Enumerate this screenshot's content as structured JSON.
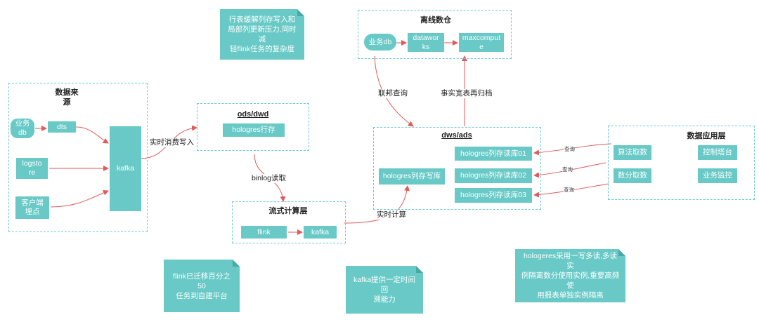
{
  "groups": {
    "sources": "数据来\n源",
    "ods": "ods/dwd",
    "stream": "流式计算层",
    "offline": "离线数仓",
    "dws": "dws/ads",
    "app": "数据应用层"
  },
  "nodes": {
    "biz_db_src": "业务\ndb",
    "dts": "dts",
    "logstore": "logsto\nre",
    "client": "客户端\n埋点",
    "kafka_main": "kafka",
    "hologres_row": "hologres行存",
    "flink": "flink",
    "kafka_stream": "kafka",
    "biz_db_offline": "业务db",
    "dataworks": "datawor\nks",
    "maxcompute": "maxcomput\ne",
    "holo_write": "hologres列存写库",
    "holo_read1": "hologres列存读库01",
    "holo_read2": "hologres列存读库02",
    "holo_read3": "hologres列存读库03",
    "algo": "算法取数",
    "control": "控制塔台",
    "analyst": "数分取数",
    "monitor": "业务监控"
  },
  "edge_labels": {
    "realtime_write": "实时消费写入",
    "binlog": "binlog读取",
    "realtime_compute": "实时计算",
    "federated": "联邦查询",
    "archive": "事实宽表再归档",
    "query1": "查询",
    "query2": "查询",
    "query3": "查询"
  },
  "notes": {
    "top": "行表缓解列存写入和\n局部列更新压力,同时减\n轻flink任务的复杂度",
    "flink": "flink已迁移百分之50\n任务到自建平台",
    "kafka": "kafka提供一定时间回\n溯能力",
    "hologres": "hologeres采用一写多读,多读实\n例隔离数分使用实例,重要高频使\n用报表单独实例隔离"
  },
  "colors": {
    "node_fill": "#68c9c6",
    "group_border": "#6ec9d6",
    "edge": "#e05a5a"
  }
}
